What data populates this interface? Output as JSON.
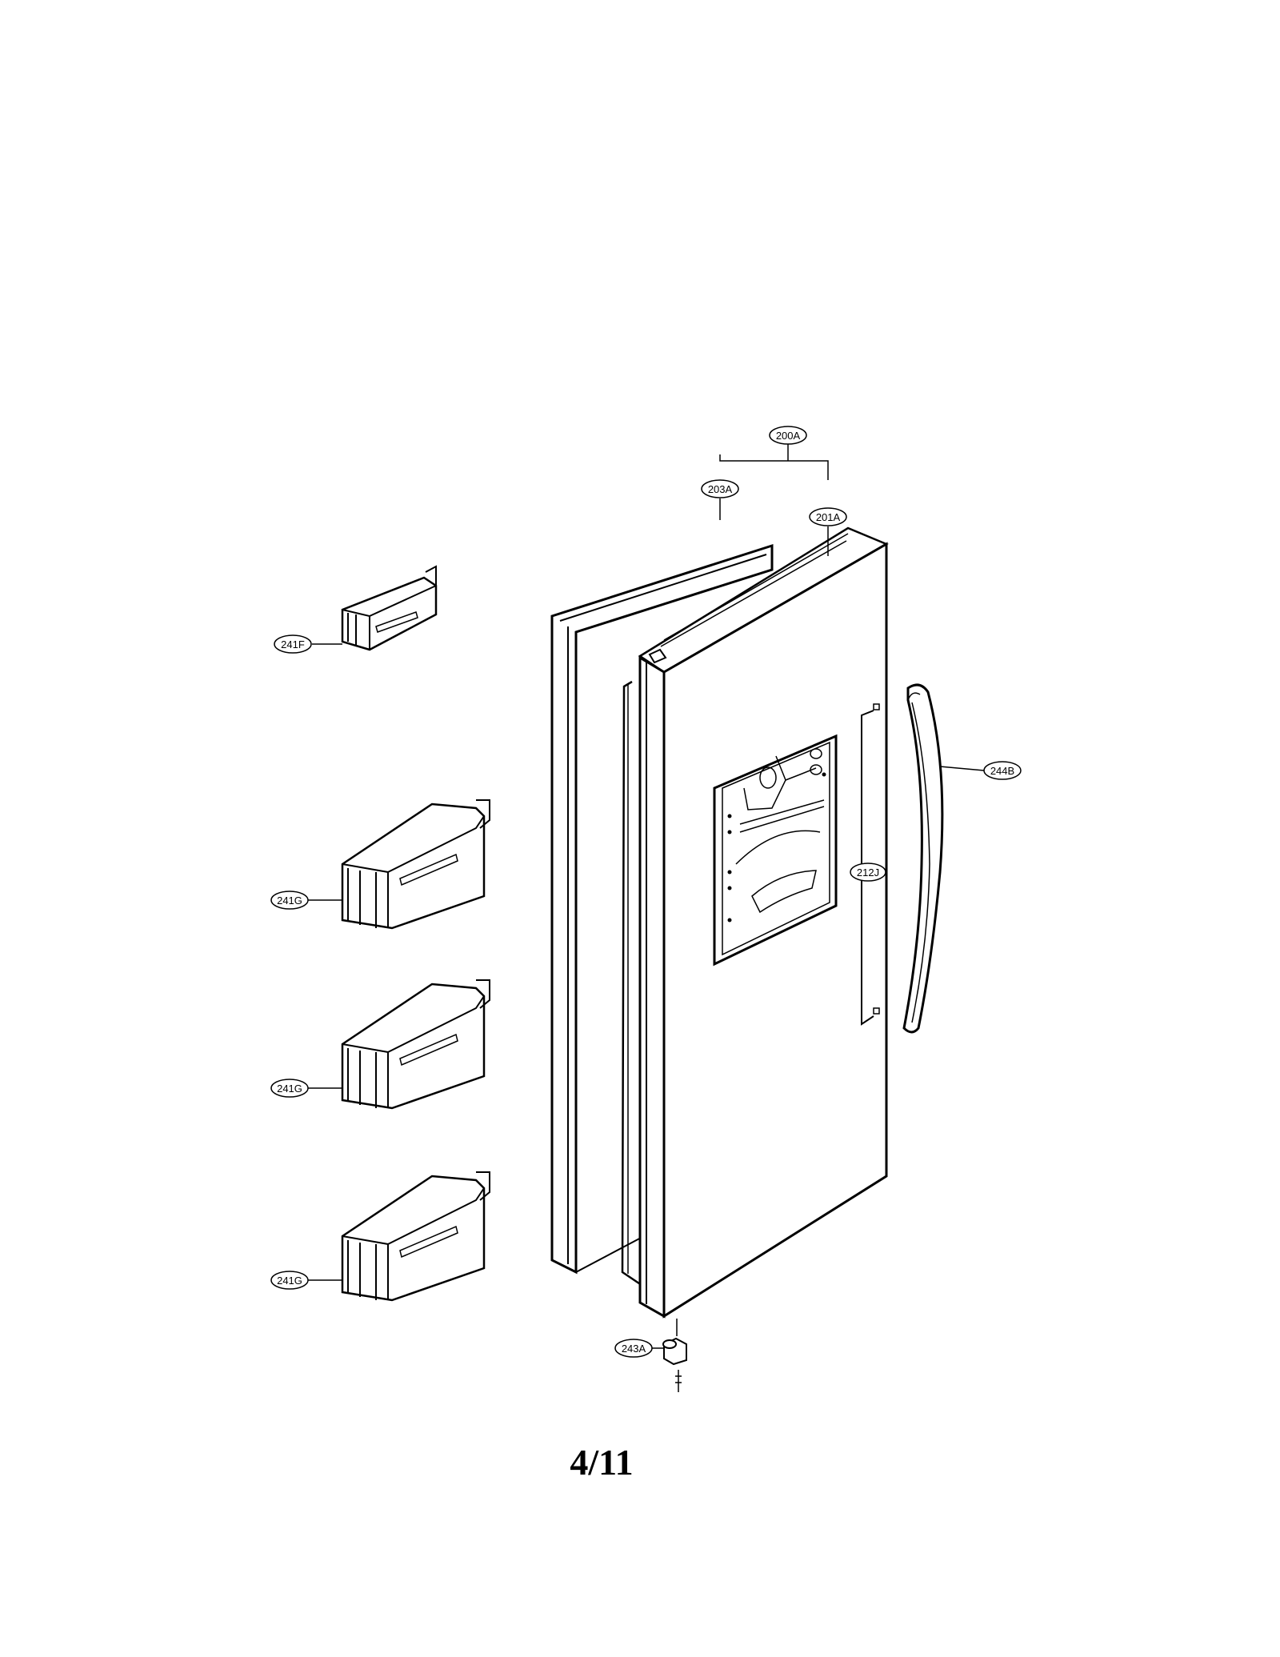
{
  "diagram": {
    "page_number": "4/11",
    "callouts": {
      "c200A": "200A",
      "c203A": "203A",
      "c201A": "201A",
      "c241F": "241F",
      "c244B": "244B",
      "c212J": "212J",
      "c241G_1": "241G",
      "c241G_2": "241G",
      "c241G_3": "241G",
      "c243A": "243A"
    }
  }
}
